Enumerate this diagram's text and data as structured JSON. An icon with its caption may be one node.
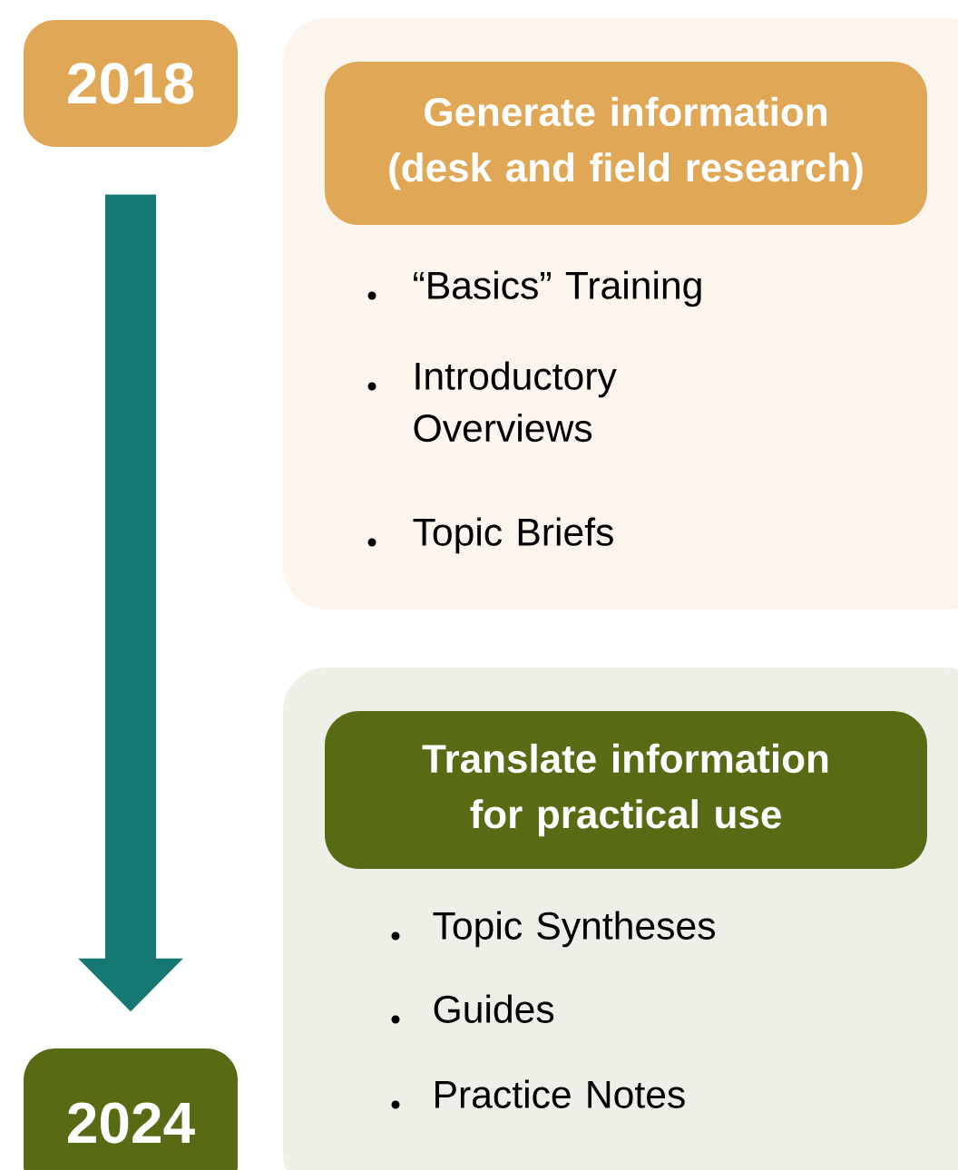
{
  "diagram": {
    "nodes": [
      {
        "text": [
          "2018"
        ]
      },
      {
        "text": [
          "“Basics” Training",
          "Introductory Overviews",
          "Topic Briefs"
        ]
      },
      {
        "text": [
          "Generate information (desk and field research)"
        ],
        "in": 1
      },
      {
        "text": [
          "Topic Syntheses",
          "Guides",
          "Practice Notes"
        ]
      },
      {
        "text": [
          "Translate information for practical use"
        ],
        "in": 3
      },
      {
        "text": [
          "2024"
        ]
      }
    ],
    "edges": [
      {
        "from": 0,
        "to": 5,
        "arrow": "to",
        "color": "#157872"
      }
    ]
  }
}
